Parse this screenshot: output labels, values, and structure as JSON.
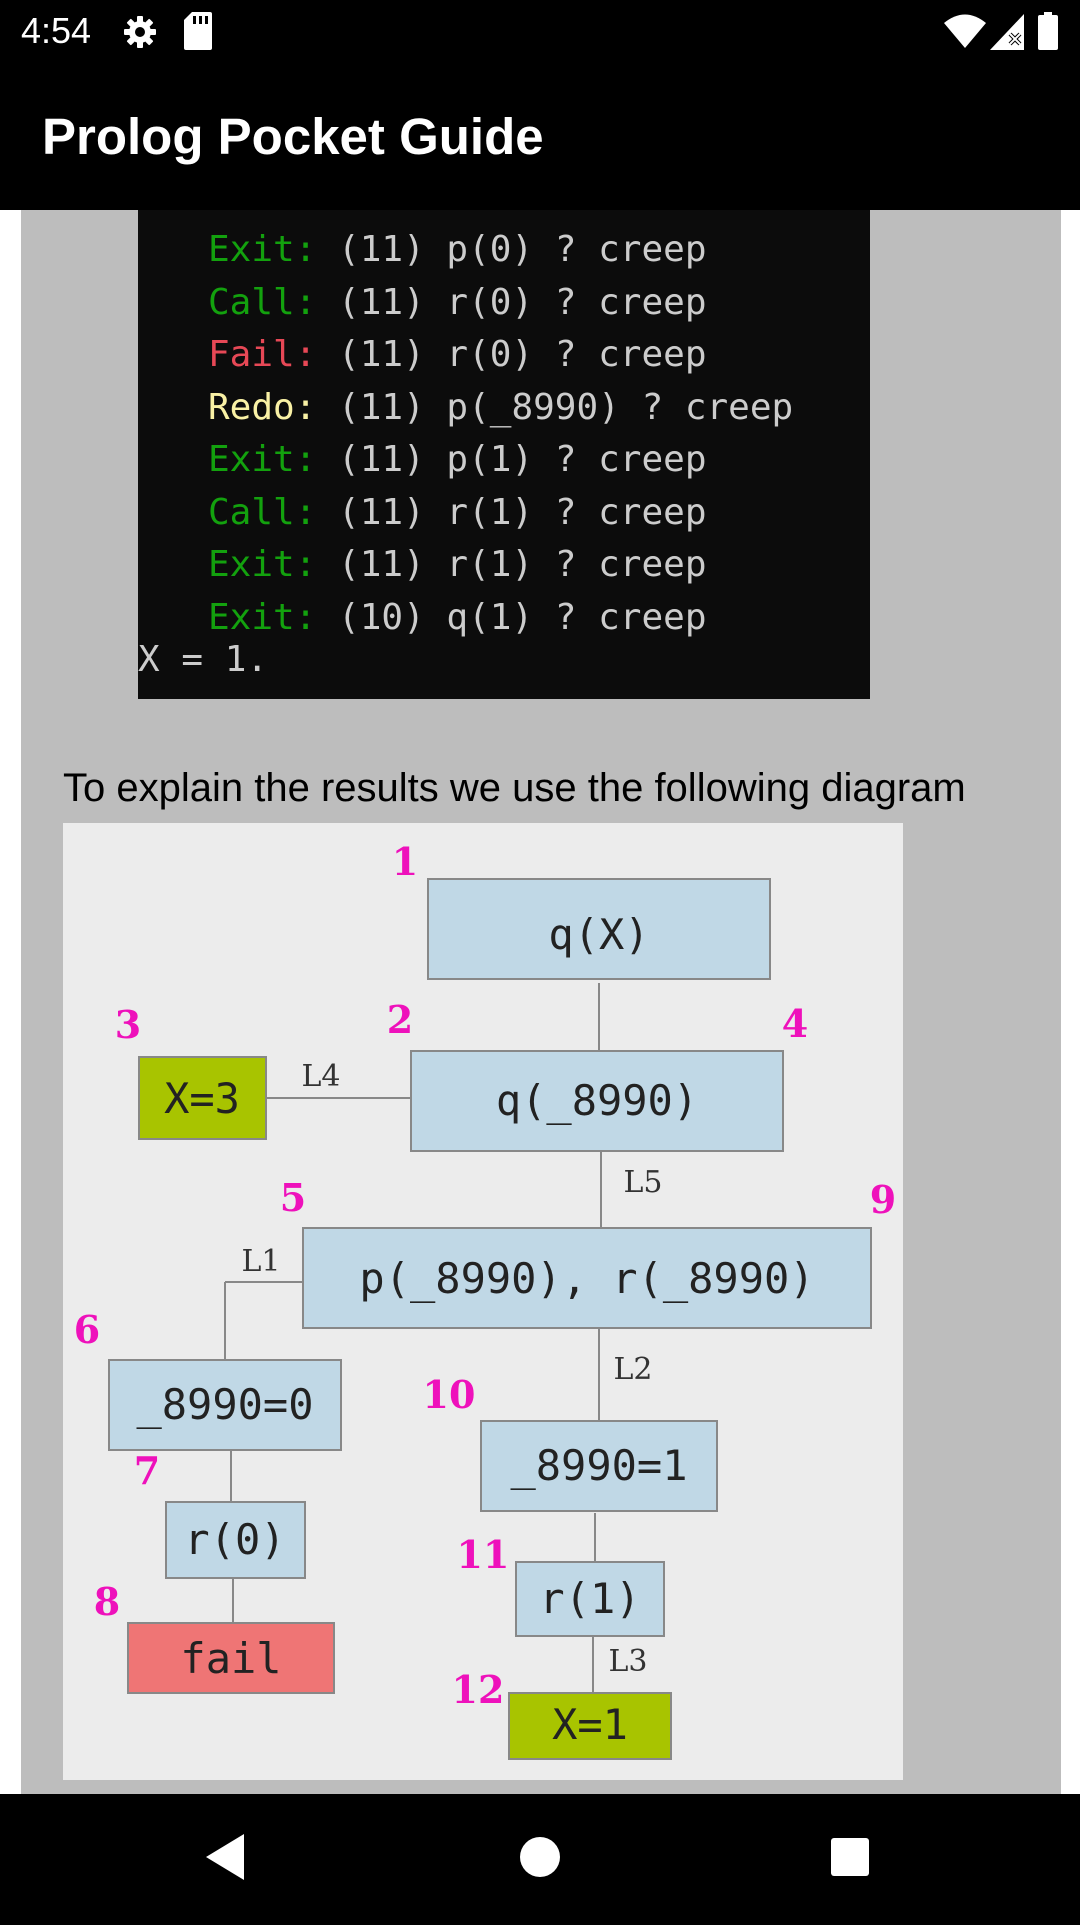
{
  "status_bar": {
    "time": "4:54",
    "icons": [
      "gear-icon",
      "sd-card-icon",
      "wifi-icon",
      "signal-icon",
      "battery-icon"
    ]
  },
  "app_bar": {
    "title": "Prolog Pocket Guide"
  },
  "terminal": {
    "lines": [
      {
        "port": "Exit:",
        "port_kind": "exit",
        "text": " (11) p(0) ? creep"
      },
      {
        "port": "Call:",
        "port_kind": "call",
        "text": " (11) r(0) ? creep"
      },
      {
        "port": "Fail:",
        "port_kind": "fail",
        "text": " (11) r(0) ? creep"
      },
      {
        "port": "Redo:",
        "port_kind": "redo",
        "text": " (11) p(_8990) ? creep"
      },
      {
        "port": "Exit:",
        "port_kind": "exit",
        "text": " (11) p(1) ? creep"
      },
      {
        "port": "Call:",
        "port_kind": "call",
        "text": " (11) r(1) ? creep"
      },
      {
        "port": "Exit:",
        "port_kind": "exit",
        "text": " (11) r(1) ? creep"
      },
      {
        "port": "Exit:",
        "port_kind": "exit",
        "text": " (10) q(1) ? creep"
      }
    ],
    "result": "X = 1."
  },
  "explanation": "To explain the results we use the following diagram",
  "diagram": {
    "nodes": {
      "q_x": "q(X)",
      "q_8990": "q(_8990)",
      "x3": "X=3",
      "p_r": "p(_8990), r(_8990)",
      "eq0": "_8990=0",
      "eq1": "_8990=1",
      "r0": "r(0)",
      "r1": "r(1)",
      "fail": "fail",
      "x1": "X=1"
    },
    "numbers": {
      "n1": "1",
      "n2": "2",
      "n3": "3",
      "n4": "4",
      "n5": "5",
      "n6": "6",
      "n7": "7",
      "n8": "8",
      "n9": "9",
      "n10": "10",
      "n11": "11",
      "n12": "12"
    },
    "links": {
      "l1": "L1",
      "l2": "L2",
      "l3": "L3",
      "l4": "L4",
      "l5": "L5"
    },
    "colors": {
      "node": "#c0d8e6",
      "success": "#a8c400",
      "fail": "#ef7575",
      "number": "#ee11bb"
    }
  },
  "nav_bar": {
    "icons": [
      "back-icon",
      "home-icon",
      "recents-icon"
    ]
  }
}
